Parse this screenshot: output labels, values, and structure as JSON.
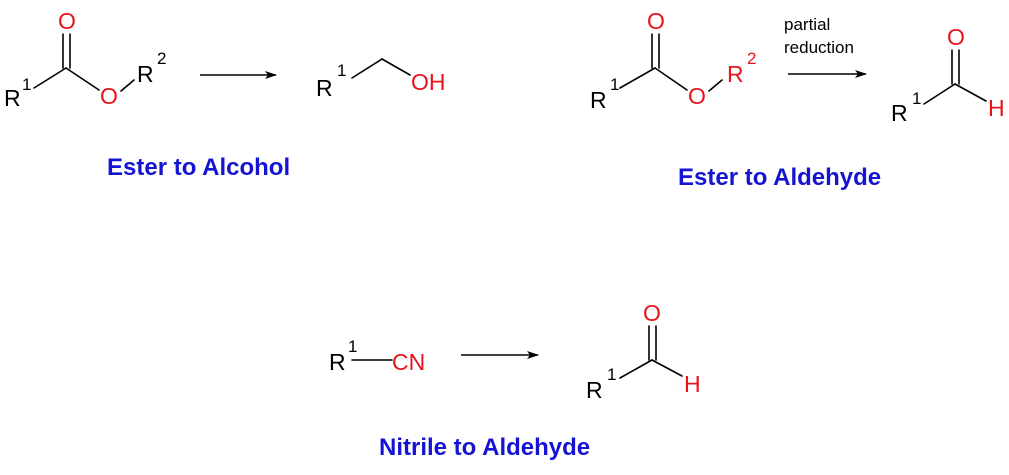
{
  "colors": {
    "hetero": "#e8141c",
    "carbon": "#000000",
    "caption": "#1414d2"
  },
  "labels": {
    "r": "R",
    "one": "1",
    "two": "2",
    "o": "O",
    "oh": "OH",
    "h": "H",
    "cn": "CN"
  },
  "reactions": {
    "ester_alcohol": {
      "caption": "Ester to Alcohol"
    },
    "ester_aldehyde": {
      "caption": "Ester to Aldehyde",
      "note_line1": "partial",
      "note_line2": "reduction"
    },
    "nitrile_aldehyde": {
      "caption": "Nitrile to Aldehyde"
    }
  }
}
